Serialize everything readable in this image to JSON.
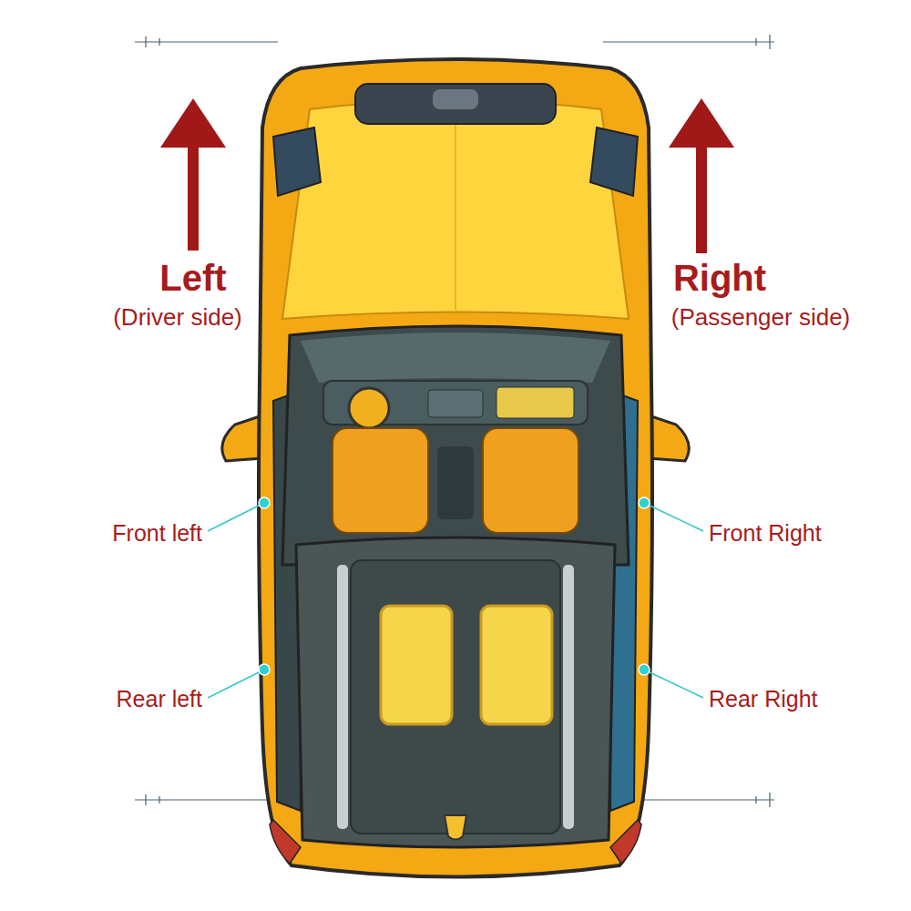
{
  "diagram": {
    "labels": [
      "Left",
      "(Driver side)",
      "Right",
      "(Passenger side)",
      "Front left",
      "Front Right",
      "Rear left",
      "Rear Right"
    ]
  }
}
